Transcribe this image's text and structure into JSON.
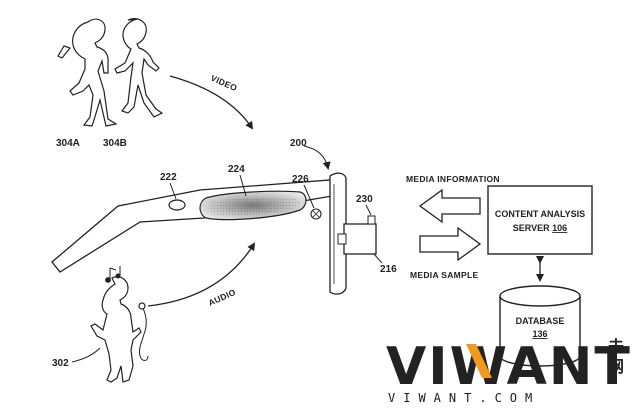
{
  "labels": {
    "person_a": "304A",
    "person_b": "304B",
    "glasses": "200",
    "camera": "222",
    "display": "224",
    "mic": "226",
    "button": "230",
    "module": "216",
    "listener": "302"
  },
  "captions": {
    "video": "Video",
    "audio": "Audio",
    "media_information": "Media Information",
    "media_sample": "Media Sample"
  },
  "server": {
    "line1": "Content Analysis",
    "line2": "Server",
    "number": "106"
  },
  "database": {
    "name": "Database",
    "number": "136"
  },
  "watermark": {
    "brand": "VIWANT",
    "url": "VIWANT.COM",
    "cjk_top": "未",
    "cjk_bottom": "网"
  },
  "colors": {
    "line": "#222222",
    "wm_blue": "#1f3f97",
    "wm_orange": "#f29a1f"
  }
}
